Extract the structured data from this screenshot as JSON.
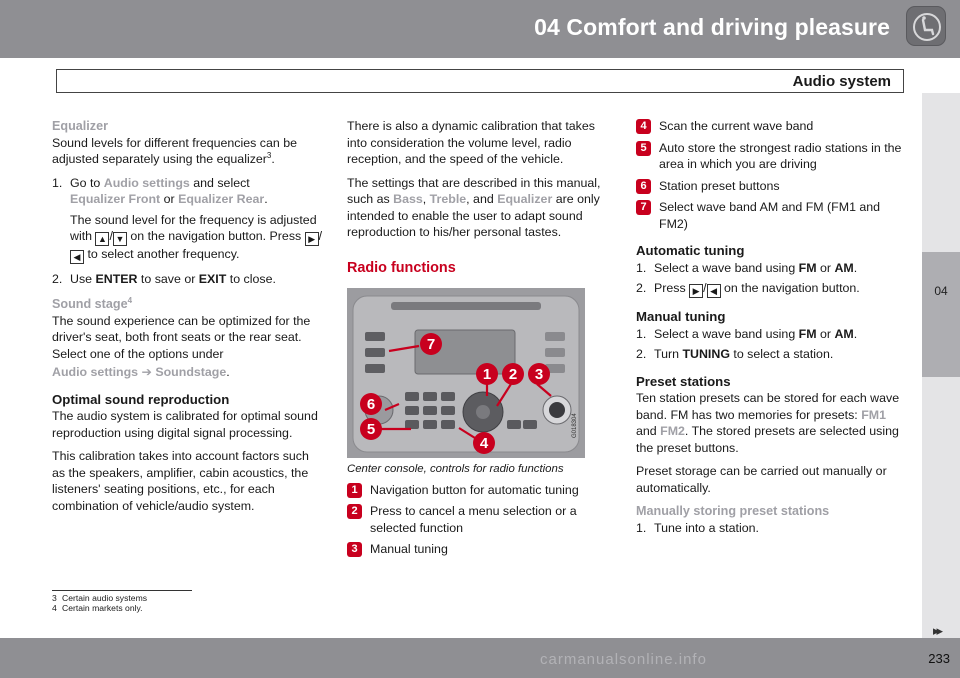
{
  "header": {
    "chapter_title": "04 Comfort and driving pleasure",
    "section_title": "Audio system"
  },
  "side_tab": {
    "chapter_number": "04"
  },
  "footer": {
    "page_number": "233",
    "continue_arrows": "▸▸",
    "watermark": "carmanualsonline.info"
  },
  "col1": {
    "equalizer_heading": "Equalizer",
    "equalizer_text": "Sound levels for different frequencies can be adjusted separately using the equalizer",
    "equalizer_sup": "3",
    "equalizer_end": ".",
    "step1_num": "1.",
    "step1_a": "Go to ",
    "step1_menu": "Audio settings",
    "step1_b": " and select",
    "step1_opt1": "Equalizer Front",
    "step1_or": " or ",
    "step1_opt2": "Equalizer Rear",
    "step1_end": ".",
    "step1_detail_a": "The sound level for the frequency is adjusted with ",
    "step1_detail_b": " on the navigation button. Press ",
    "step1_detail_c": " to select another frequency.",
    "step2_num": "2.",
    "step2_a": "Use ",
    "step2_enter": "ENTER",
    "step2_b": " to save or ",
    "step2_exit": "EXIT",
    "step2_c": " to close.",
    "stage_heading": "Sound stage",
    "stage_sup": "4",
    "stage_text": "The sound experience can be optimized for the driver's seat, both front seats or the rear seat. Select one of the options under",
    "stage_path_a": "Audio settings",
    "stage_arrow": "➔",
    "stage_path_b": "Soundstage",
    "stage_end": ".",
    "optimal_heading": "Optimal sound reproduction",
    "optimal_text1": "The audio system is calibrated for optimal sound reproduction using digital signal processing.",
    "optimal_text2": "This calibration takes into account factors such as the speakers, amplifier, cabin acoustics, the listeners' seating positions, etc., for each combination of vehicle/audio system."
  },
  "col2": {
    "dynamic_text": "There is also a dynamic calibration that takes into consideration the volume level, radio reception, and the speed of the vehicle.",
    "settings_a": "The settings that are described in this manual, such as ",
    "settings_bass": "Bass",
    "settings_comma": ", ",
    "settings_treble": "Treble",
    "settings_and": ", and ",
    "settings_eq": "Equalizer",
    "settings_b": " are only intended to enable the user to adapt sound reproduction to his/her personal tastes.",
    "radio_heading": "Radio functions",
    "photo_label": "G018304",
    "caption": "Center console, controls for radio functions",
    "items": [
      {
        "num": "1",
        "text": "Navigation button for automatic tuning"
      },
      {
        "num": "2",
        "text": "Press to cancel a menu selection or a selected function"
      },
      {
        "num": "3",
        "text": "Manual tuning"
      }
    ]
  },
  "col3": {
    "items": [
      {
        "num": "4",
        "text": "Scan the current wave band"
      },
      {
        "num": "5",
        "text": "Auto store the strongest radio stations in the area in which you are driving"
      },
      {
        "num": "6",
        "text": "Station preset buttons"
      },
      {
        "num": "7",
        "text": "Select wave band AM and FM (FM1 and FM2)"
      }
    ],
    "auto_heading": "Automatic tuning",
    "auto1_num": "1.",
    "auto1_a": "Select a wave band using ",
    "auto1_fm": "FM",
    "auto1_or": " or ",
    "auto1_am": "AM",
    "auto1_end": ".",
    "auto2_num": "2.",
    "auto2_a": "Press ",
    "auto2_b": " on the navigation button.",
    "manual_heading": "Manual tuning",
    "man1_num": "1.",
    "man1_a": "Select a wave band using ",
    "man1_fm": "FM",
    "man1_or": " or ",
    "man1_am": "AM",
    "man1_end": ".",
    "man2_num": "2.",
    "man2_a": "Turn ",
    "man2_tuning": "TUNING",
    "man2_b": " to select a station.",
    "preset_heading": "Preset stations",
    "preset_text_a": "Ten station presets can be stored for each wave band. FM has two memories for presets: ",
    "preset_fm1": "FM1",
    "preset_and": " and ",
    "preset_fm2": "FM2",
    "preset_text_b": ". The stored presets are selected using the preset buttons.",
    "preset_text2": "Preset storage can be carried out manually or automatically.",
    "manstore_heading": "Manually storing preset stations",
    "manstore1_num": "1.",
    "manstore1_text": "Tune into a station."
  },
  "footnotes": [
    {
      "num": "3",
      "text": "Certain audio systems"
    },
    {
      "num": "4",
      "text": "Certain markets only."
    }
  ],
  "colors": {
    "accent_red": "#c8001e",
    "header_grey": "#8f8f93",
    "subheading_grey": "#a0a0a6"
  }
}
